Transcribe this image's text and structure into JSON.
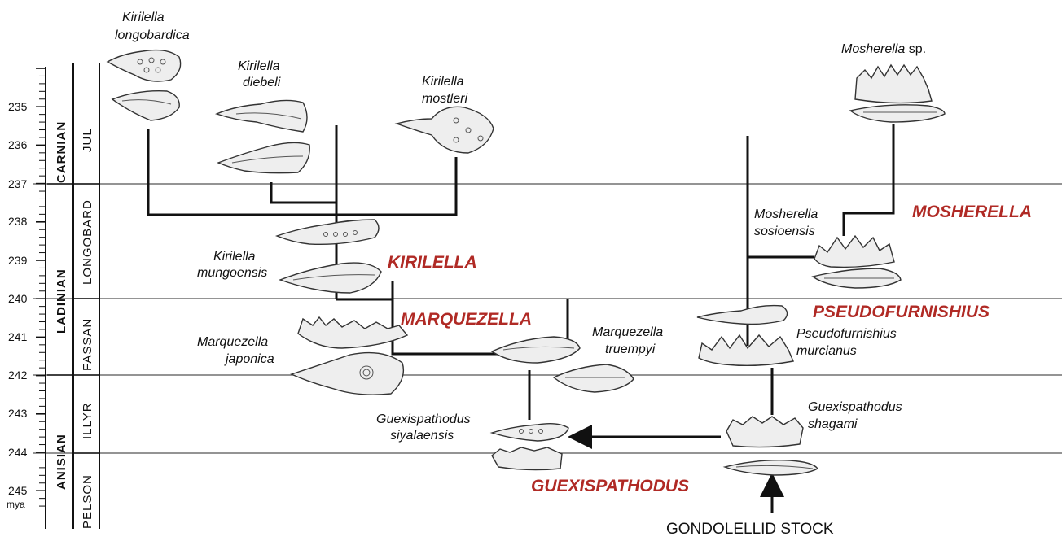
{
  "time_axis": {
    "ticks": [
      "235",
      "236",
      "237",
      "238",
      "239",
      "240",
      "241",
      "242",
      "243",
      "244",
      "245"
    ],
    "unit": "mya"
  },
  "periods": [
    "CARNIAN",
    "LADINIAN",
    "ANISIAN"
  ],
  "stages": [
    "JUL",
    "LONGOBARD",
    "FASSAN",
    "ILLYR",
    "PELSON"
  ],
  "species": {
    "k_longobardica_1": "Kirilella",
    "k_longobardica_2": "longobardica",
    "k_diebeli_1": "Kirilella",
    "k_diebeli_2": "diebeli",
    "k_mostleri_1": "Kirilella",
    "k_mostleri_2": "mostleri",
    "k_mungoensis_1": "Kirilella",
    "k_mungoensis_2": "mungoensis",
    "m_japonica_1": "Marquezella",
    "m_japonica_2": "japonica",
    "m_truempyi_1": "Marquezella",
    "m_truempyi_2": "truempyi",
    "g_siyalaensis_1": "Guexispathodus",
    "g_siyalaensis_2": "siyalaensis",
    "g_shagami_1": "Guexispathodus",
    "g_shagami_2": "shagami",
    "p_murcianus_1": "Pseudofurnishius",
    "p_murcianus_2": "murcianus",
    "mo_sosioensis_1": "Mosherella",
    "mo_sosioensis_2": "sosioensis",
    "mo_sp_genus": "Mosherella",
    "mo_sp_suffix": " sp."
  },
  "genera": {
    "kirilella": "KIRILELLA",
    "marquezella": "MARQUEZELLA",
    "pseudofurnishius": "PSEUDOFURNISHIUS",
    "mosherella": "MOSHERELLA",
    "guexispathodus": "GUEXISPATHODUS"
  },
  "stock_label": "GONDOLELLID STOCK",
  "colors": {
    "genus": "#b02a25",
    "line": "#111111",
    "boundary": "#555555"
  }
}
